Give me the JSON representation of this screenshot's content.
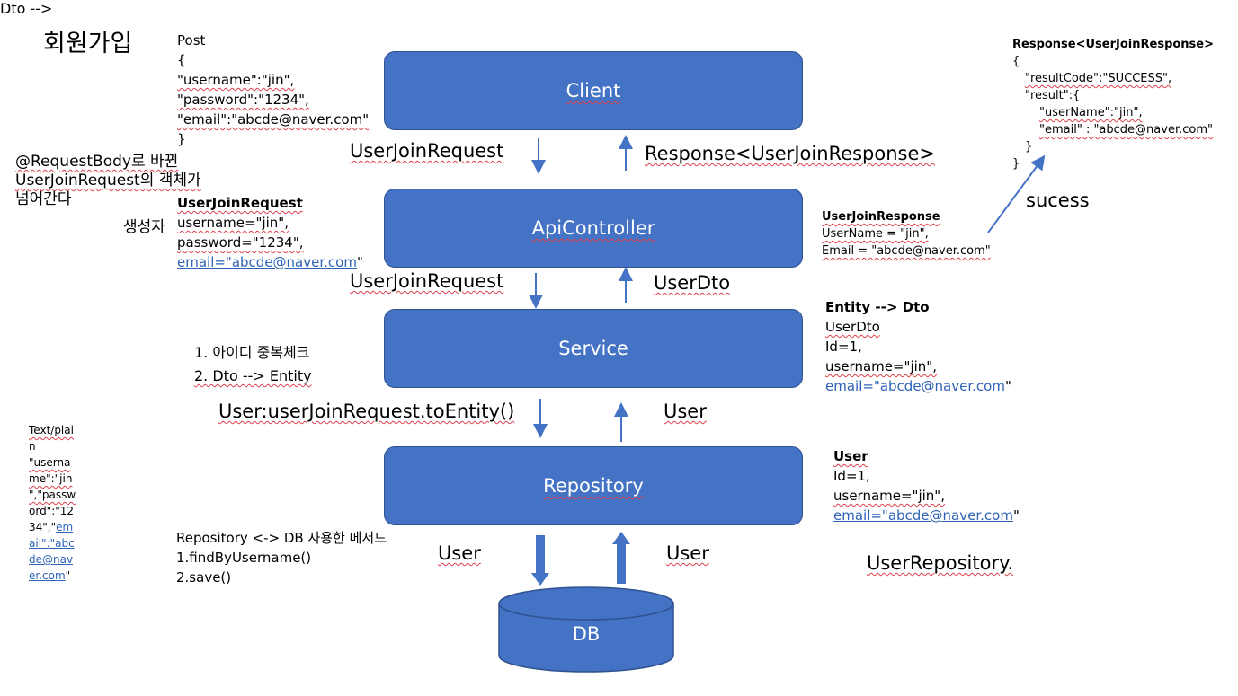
{
  "title": "회원가입",
  "boxes": {
    "client": "Client",
    "api": "ApiController",
    "service": "Service",
    "repository": "Repository",
    "db": "DB"
  },
  "arrow_labels": {
    "client_to_api": "UserJoinRequest",
    "api_to_client": "Response<UserJoinResponse>",
    "api_to_service": "UserJoinRequest",
    "service_to_api": "UserDto",
    "service_to_repo": "User:userJoinRequest.toEntity()",
    "repo_to_service": "User",
    "repo_to_db": "User",
    "db_to_repo": "User"
  },
  "post_request": {
    "method": "Post",
    "lines": [
      "{",
      " \"username\":\"jin\",",
      "\"password\":\"1234\",",
      "\"email\":\"abcde@naver.com\"",
      "}"
    ]
  },
  "request_body_note": [
    "@RequestBody로 바뀐",
    "UserJoinRequest의 객체가",
    "넘어간다"
  ],
  "constructor_note": "생성자",
  "user_join_request": {
    "title": "UserJoinRequest",
    "line1": "username=\"jin\",",
    "line2": "password=\"1234\",",
    "email": "email=\"abcde@naver.com",
    "email_suffix": "\""
  },
  "service_steps": [
    "1. 아이디 중복체크",
    "2. Dto --> Entity"
  ],
  "text_plain": {
    "lines": [
      "Text/plai",
      "n",
      "\"userna",
      "me\":\"jin",
      "\",\"passw",
      "ord\":\"12",
      "34\",\""
    ],
    "link_lines": [
      "email\":\"abc",
      "de@nav",
      "er.com"
    ],
    "link_parts": [
      "em",
      "ail\":\"abc",
      "de@nav",
      "er.com"
    ],
    "suffix": "\""
  },
  "repo_db_note": {
    "title": "Repository <-> DB 사용한 메서드",
    "items": [
      "1.findByUsername()",
      "2.save()"
    ]
  },
  "response_json": {
    "title": "Response<UserJoinResponse>",
    "lines": [
      "{",
      "\"resultCode\":\"SUCCESS\",",
      "\"result\":{",
      "\"userName\":\"jin\",",
      "\"email\" : \"abcde@naver.com\"",
      "}",
      "}"
    ]
  },
  "success_label": "sucess",
  "user_join_response": {
    "title": "UserJoinResponse",
    "line1": "UserName = \"jin\",",
    "line2": "Email = \"abcde@naver.com\""
  },
  "entity_to_dto": {
    "title": "Entity --> Dto",
    "line1": "UserDto",
    "line2": "Id=1,",
    "line3": "username=\"jin\",",
    "email": "email=\"abcde@naver.com",
    "email_suffix": "\""
  },
  "user_entity": {
    "title": "User",
    "line1": "Id=1,",
    "line2": "username=\"jin\",",
    "email": "email=\"abcde@naver.com",
    "email_suffix": "\""
  },
  "user_repository": "UserRepository.",
  "colors": {
    "box_fill": "#4472c4",
    "box_border": "#2f528f",
    "link": "#2e63b8",
    "squiggle": "#e0404a"
  }
}
